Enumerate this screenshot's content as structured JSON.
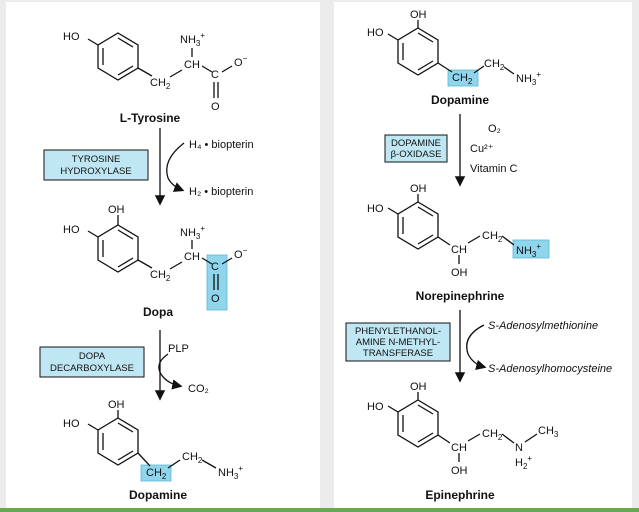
{
  "colors": {
    "panel": "#ffffff",
    "background": "#ececec",
    "highlight": "#8fd6ec",
    "enzyme_box": "#bfe6f3",
    "bottom_rule": "#6aa84f"
  },
  "atoms": {
    "ho": "HO",
    "oh": "OH",
    "ch": "CH",
    "c": "C",
    "o": "O",
    "o_minus": "O",
    "minus": "−",
    "ch2": "CH",
    "nh3": "NH",
    "nh": "N",
    "n_h": "H",
    "ch3": "CH",
    "sub2": "2",
    "sub3": "3",
    "plus": "+"
  },
  "left": {
    "tyrosine": "L-Tyrosine",
    "dopa": "Dopa",
    "dopamine": "Dopamine",
    "enzyme1": [
      "TYROSINE",
      "HYDROXYLASE"
    ],
    "cofactor_in_1": "H₄ • biopterin",
    "cofactor_out_1": "H₂ • biopterin",
    "enzyme2": [
      "DOPA",
      "DECARBOXYLASE"
    ],
    "cofactor_in_2": "PLP",
    "cofactor_out_2": "CO₂"
  },
  "right": {
    "dopamine": "Dopamine",
    "norepinephrine": "Norepinephrine",
    "epinephrine": "Epinephrine",
    "enzyme1": [
      "DOPAMINE",
      "β-OXIDASE"
    ],
    "cofactors_1": [
      "O₂",
      "Cu²⁺",
      "Vitamin C"
    ],
    "enzyme2": [
      "PHENYLETHANOL-",
      "AMINE N-METHYL-",
      "TRANSFERASE"
    ],
    "cofactor_in_2": "S-Adenosylmethionine",
    "cofactor_out_2": "S-Adenosylhomocysteine"
  }
}
